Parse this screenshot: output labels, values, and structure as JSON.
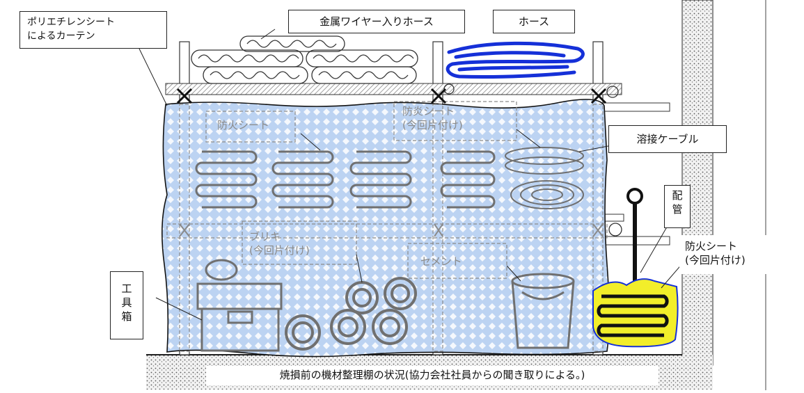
{
  "labels": {
    "curtain": [
      "ポリエチレンシート",
      "によるカーテン"
    ],
    "wire_hose": "金属ワイヤー入りホース",
    "hose": "ホース",
    "welding_cable": "溶接ケーブル",
    "piping": [
      "配",
      "管"
    ],
    "fire_sheet_right": [
      "防火シート",
      "(今回片付け)"
    ],
    "toolbox": [
      "工",
      "具",
      "箱"
    ]
  },
  "inner_labels": {
    "fire_sheet_left": "防火シート",
    "fire_sheet_mid": [
      "防炎シート",
      "(今回片付け)"
    ],
    "tin": [
      "ブリキ",
      "(今回片付け)"
    ],
    "cement": "セメント"
  },
  "caption": "焼損前の機材整理棚の状況(協力会社社員からの聞き取りによる。)",
  "colors": {
    "curtain_fill": "#bcd3f2",
    "curtain_dot": "#ffffff",
    "hose_blue": "#1530d8",
    "sheet_yellow": "#f2ee2a",
    "ground": "#d9d9d9"
  }
}
